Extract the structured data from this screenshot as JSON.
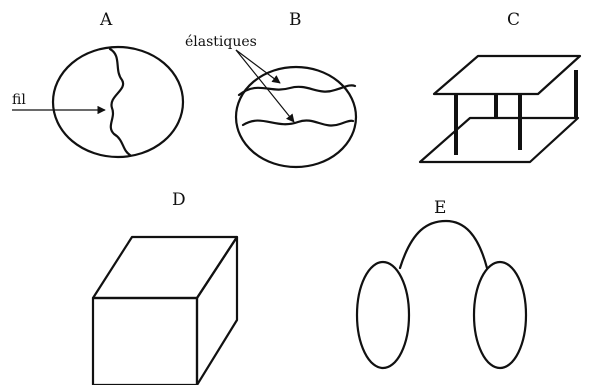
{
  "figures": {
    "a": {
      "label": "A",
      "annotation": "fil"
    },
    "b": {
      "label": "B",
      "annotation": "élastiques"
    },
    "c": {
      "label": "C"
    },
    "d": {
      "label": "D"
    },
    "e": {
      "label": "E"
    }
  }
}
